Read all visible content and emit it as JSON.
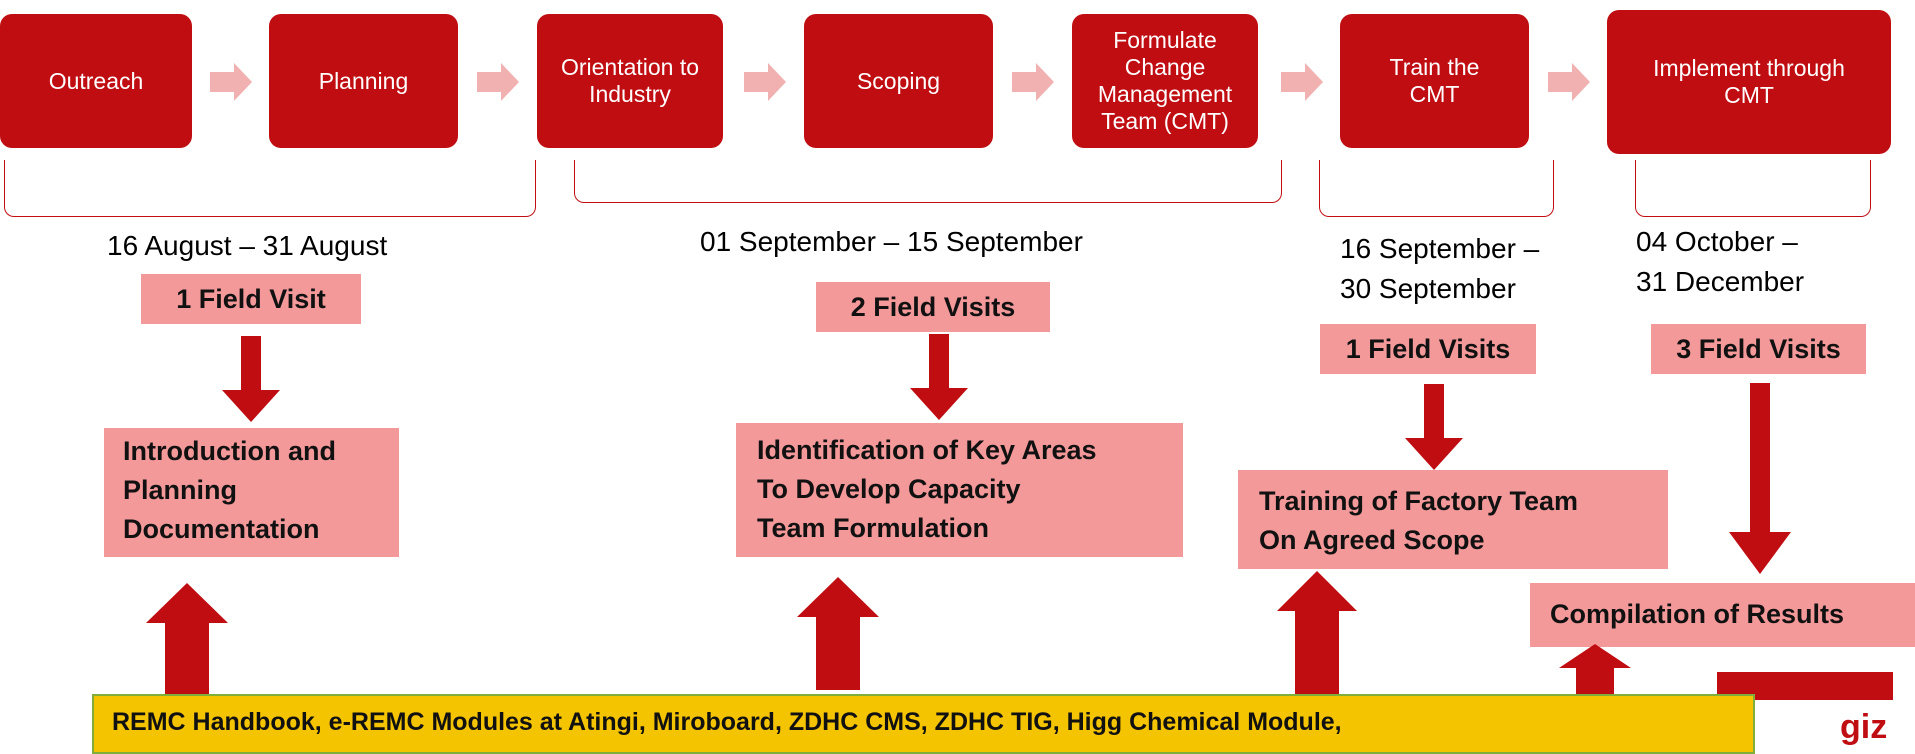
{
  "steps": [
    "Outreach",
    "Planning",
    "Orientation to\nIndustry",
    "Scoping",
    "Formulate\nChange\nManagement\nTeam (CMT)",
    "Train the\nCMT",
    "Implement through\nCMT"
  ],
  "phases": [
    {
      "period": "16 August – 31 August",
      "visits": "1 Field Visit",
      "outcome": "Introduction and\nPlanning\nDocumentation"
    },
    {
      "period": "01 September – 15 September",
      "visits": "2 Field Visits",
      "outcome": "Identification of Key Areas\nTo Develop Capacity\nTeam Formulation"
    },
    {
      "period": "16 September –\n30 September",
      "visits": "1 Field Visits",
      "outcome": "Training of Factory Team\nOn Agreed Scope"
    },
    {
      "period": "04 October –\n31 December",
      "visits": "3 Field Visits",
      "outcome": "Compilation of Results"
    }
  ],
  "resources": "REMC Handbook, e-REMC Modules at Atingi, Miroboard, ZDHC CMS, ZDHC TIG, Higg Chemical Module,",
  "logo": "giz",
  "colors": {
    "step_fill": "#c00d12",
    "chevron": "#f2b1b1",
    "label_fill": "#f4999a",
    "resource_fill": "#f5c400",
    "resource_border": "#7fae3b"
  }
}
